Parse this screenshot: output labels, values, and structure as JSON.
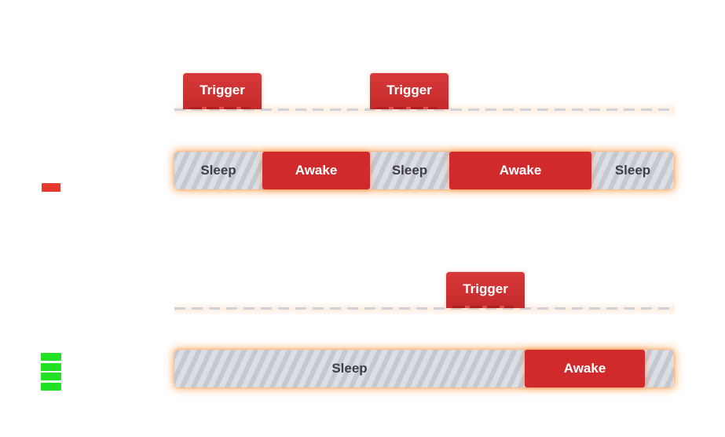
{
  "colors": {
    "awake": "#d02a2c",
    "trigger": "#d8393a",
    "sleep_bg": "#d3d5db",
    "glow": "#ff8c28",
    "battery_low": "#e63a2e",
    "battery_full": "#22e022",
    "dashed_line": "#cfd2d9"
  },
  "top": {
    "battery": {
      "icon": "battery-low-icon",
      "level": 0.2
    },
    "triggers": [
      {
        "label": "Trigger"
      },
      {
        "label": "Trigger"
      }
    ],
    "timeline": [
      {
        "state": "sleep",
        "label": "Sleep"
      },
      {
        "state": "awake",
        "label": "Awake"
      },
      {
        "state": "sleep",
        "label": "Sleep"
      },
      {
        "state": "awake",
        "label": "Awake"
      },
      {
        "state": "sleep",
        "label": "Sleep"
      }
    ]
  },
  "bottom": {
    "battery": {
      "icon": "battery-full-icon",
      "level": 1.0
    },
    "triggers": [
      {
        "label": "Trigger"
      }
    ],
    "timeline": [
      {
        "state": "sleep",
        "label": "Sleep"
      },
      {
        "state": "awake",
        "label": "Awake"
      },
      {
        "state": "sleep",
        "label": ""
      }
    ]
  }
}
